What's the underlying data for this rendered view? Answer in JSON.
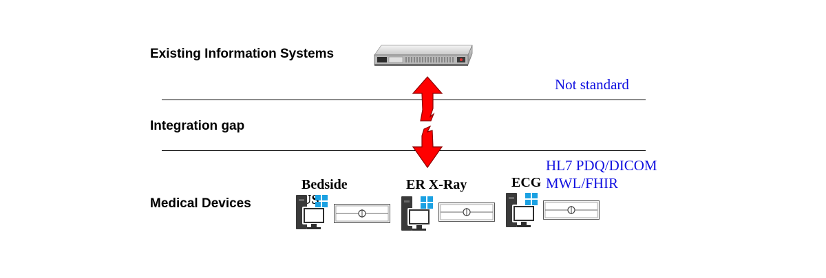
{
  "layers": {
    "existing_systems": "Existing Information Systems",
    "integration_gap": "Integration gap",
    "medical_devices": "Medical Devices"
  },
  "annotations": {
    "not_standard": "Not standard",
    "standards_line1": "HL7 PDQ/DICOM",
    "standards_line2": "MWL/FHIR"
  },
  "devices": [
    {
      "name_line1": "Bedside",
      "name_line2": "US"
    },
    {
      "name_line1": "ER X-Ray",
      "name_line2": ""
    },
    {
      "name_line1": "ECG",
      "name_line2": ""
    }
  ],
  "colors": {
    "annotation_blue": "#1010e0",
    "arrow_red": "#ff0000",
    "windows_blue": "#1ba1e2"
  },
  "icons": [
    "server-icon",
    "broken-double-arrow-icon",
    "workstation-icon",
    "windows-logo-icon",
    "monitor-frame-icon"
  ]
}
